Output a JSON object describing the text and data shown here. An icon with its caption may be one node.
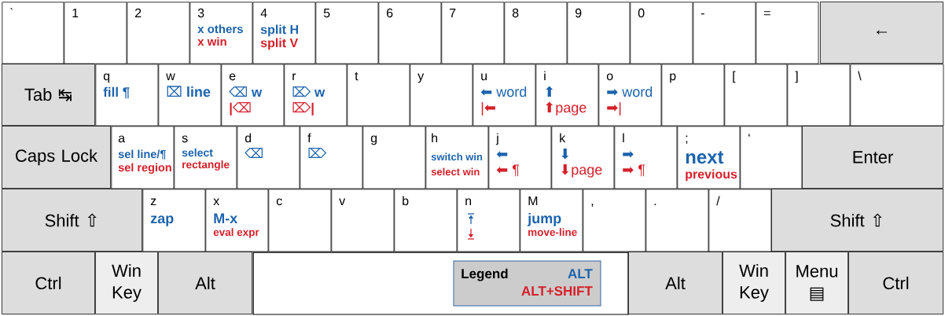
{
  "diagram": {
    "nodes": [
      {
        "text": [
          "`"
        ]
      },
      {
        "text": [
          "1"
        ]
      },
      {
        "text": [
          "2"
        ]
      },
      {
        "text": [
          "3",
          "x others",
          "x win"
        ]
      },
      {
        "text": [
          "4",
          "split H",
          "split V"
        ]
      },
      {
        "text": [
          "5"
        ]
      },
      {
        "text": [
          "6"
        ]
      },
      {
        "text": [
          "7"
        ]
      },
      {
        "text": [
          "8"
        ]
      },
      {
        "text": [
          "9"
        ]
      },
      {
        "text": [
          "0"
        ]
      },
      {
        "text": [
          "-"
        ]
      },
      {
        "text": [
          "="
        ]
      },
      {
        "text": [
          "←"
        ]
      },
      {
        "text": [
          "Tab ↹"
        ]
      },
      {
        "text": [
          "q",
          "fill ¶"
        ]
      },
      {
        "text": [
          "w",
          "⌧ line"
        ]
      },
      {
        "text": [
          "e",
          "⌫ w",
          "|⌫"
        ]
      },
      {
        "text": [
          "r",
          "⌦ w",
          "⌦|"
        ]
      },
      {
        "text": [
          "t"
        ]
      },
      {
        "text": [
          "y"
        ]
      },
      {
        "text": [
          "u",
          "⬅ word",
          "|⬅"
        ]
      },
      {
        "text": [
          "i",
          "⬆",
          "⬆page"
        ]
      },
      {
        "text": [
          "o",
          "➡ word",
          "➡|"
        ]
      },
      {
        "text": [
          "p"
        ]
      },
      {
        "text": [
          "["
        ]
      },
      {
        "text": [
          "]"
        ]
      },
      {
        "text": [
          "\\"
        ]
      },
      {
        "text": [
          "Caps Lock"
        ]
      },
      {
        "text": [
          "a",
          "sel line/¶",
          "sel region"
        ]
      },
      {
        "text": [
          "s",
          "select",
          "rectangle"
        ]
      },
      {
        "text": [
          "d",
          "⌫"
        ]
      },
      {
        "text": [
          "f",
          "⌦"
        ]
      },
      {
        "text": [
          "g"
        ]
      },
      {
        "text": [
          "h",
          "switch win",
          "select win"
        ]
      },
      {
        "text": [
          "j",
          "⬅",
          "⬅ ¶"
        ]
      },
      {
        "text": [
          "k",
          "⬇",
          "⬇page"
        ]
      },
      {
        "text": [
          "l",
          "➡",
          "➡ ¶"
        ]
      },
      {
        "text": [
          ";",
          "next",
          "previous"
        ]
      },
      {
        "text": [
          "‘"
        ]
      },
      {
        "text": [
          "Enter"
        ]
      },
      {
        "text": [
          "Shift ⇧"
        ]
      },
      {
        "text": [
          "z",
          "zap"
        ]
      },
      {
        "text": [
          "x",
          "M-x",
          "eval expr"
        ]
      },
      {
        "text": [
          "c"
        ]
      },
      {
        "text": [
          "v"
        ]
      },
      {
        "text": [
          "b"
        ]
      },
      {
        "text": [
          "n"
        ]
      },
      {
        "text": [
          "M",
          "jump",
          "move-line"
        ]
      },
      {
        "text": [
          ","
        ]
      },
      {
        "text": [
          "."
        ]
      },
      {
        "text": [
          "/"
        ]
      },
      {
        "text": [
          "Shift ⇧"
        ]
      },
      {
        "text": [
          "Ctrl"
        ]
      },
      {
        "text": [
          "Win Key"
        ]
      },
      {
        "text": [
          "Alt"
        ]
      },
      {
        "text": [],
        "shape": "box"
      },
      {
        "text": [
          "Legend"
        ],
        "in": 56
      },
      {
        "text": [
          "Alt"
        ]
      },
      {
        "text": [
          "Win Key"
        ]
      },
      {
        "text": [
          "Menu ▤"
        ]
      },
      {
        "text": [
          "Ctrl"
        ]
      }
    ],
    "legend": [
      {
        "text": "ALT",
        "color": "#1c63ad"
      },
      {
        "text": "ALT+SHIFT",
        "color": "#d5202a"
      }
    ]
  }
}
